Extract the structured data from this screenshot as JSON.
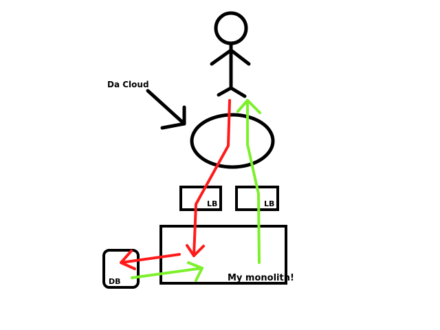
{
  "labels": {
    "cloud": "Da Cloud",
    "lb_left": "LB",
    "lb_right": "LB",
    "db": "DB",
    "monolith": "My monolith!"
  },
  "colors": {
    "outline": "#000000",
    "request_path": "#ff1a1a",
    "response_path": "#7cf02a",
    "background": "#ffffff"
  }
}
